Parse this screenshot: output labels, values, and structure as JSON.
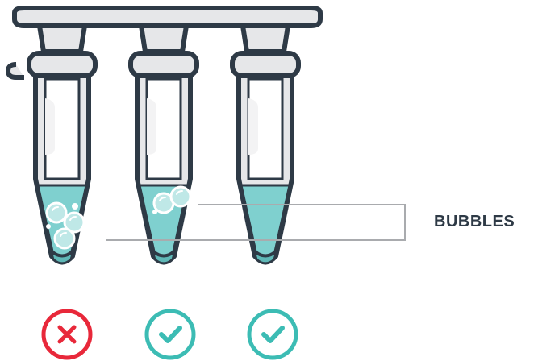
{
  "callout": {
    "label": "BUBBLES"
  },
  "tubes": [
    {
      "bubbles": "many",
      "status": "bad",
      "status_icon": "x-icon"
    },
    {
      "bubbles": "few",
      "status": "good",
      "status_icon": "check-icon"
    },
    {
      "bubbles": "none",
      "status": "good",
      "status_icon": "check-icon"
    }
  ],
  "colors": {
    "outline": "#2e3a46",
    "liquid": "#7fd0cf",
    "liquid_dark": "#5fb8b7",
    "tube_fill": "#e6e7e9",
    "good": "#3cbcb4",
    "bad": "#e8283a",
    "callout_line": "#a9abae"
  }
}
